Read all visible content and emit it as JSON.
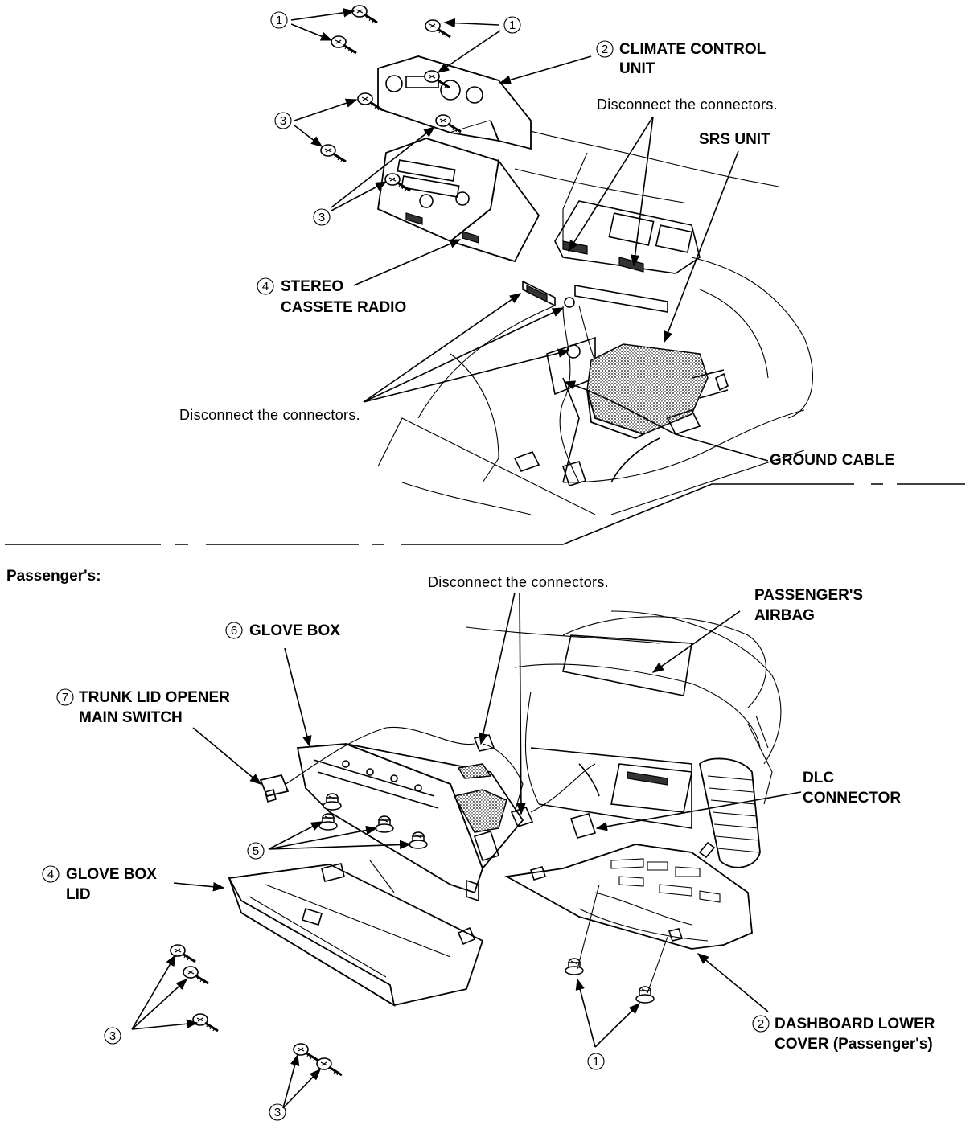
{
  "labels": {
    "climate_control_unit_line1": "CLIMATE CONTROL",
    "climate_control_unit_line2": "UNIT",
    "disconnect_connectors": "Disconnect the connectors.",
    "srs_unit": "SRS UNIT",
    "stereo_line1": "STEREO",
    "stereo_line2": "CASSETE RADIO",
    "ground_cable": "GROUND CABLE",
    "passengers_heading": "Passenger's:",
    "passengers_airbag_line1": "PASSENGER'S",
    "passengers_airbag_line2": "AIRBAG",
    "glove_box": "GLOVE BOX",
    "trunk_opener_line1": "TRUNK LID OPENER",
    "trunk_opener_line2": "MAIN SWITCH",
    "dlc_line1": "DLC",
    "dlc_line2": "CONNECTOR",
    "glove_box_lid_line1": "GLOVE BOX",
    "glove_box_lid_line2": "LID",
    "dash_cover_line1": "DASHBOARD LOWER",
    "dash_cover_line2": "COVER (Passenger's)"
  },
  "callouts": {
    "one": "1",
    "two": "2",
    "three": "3",
    "four": "4",
    "five": "5",
    "six": "6",
    "seven": "7"
  }
}
